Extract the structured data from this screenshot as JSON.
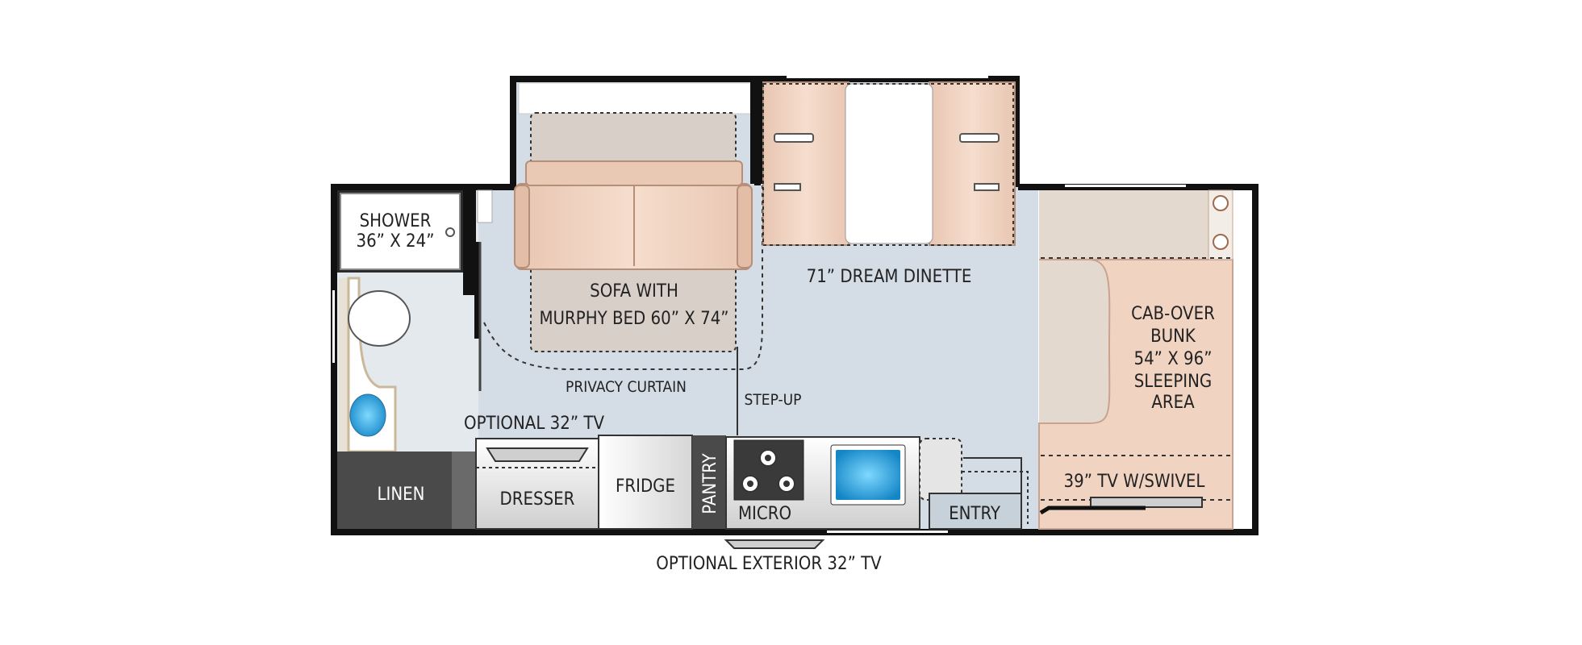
{
  "floorplan": {
    "labels": {
      "shower": [
        "SHOWER",
        "36” X 24”"
      ],
      "sofa": [
        "SOFA WITH",
        "MURPHY BED 60” X 74”"
      ],
      "dinette": "71” DREAM DINETTE",
      "cabover": [
        "CAB-OVER",
        "BUNK",
        "54” X 96”",
        "SLEEPING",
        "AREA"
      ],
      "privacy_curtain": "PRIVACY CURTAIN",
      "step_up": "STEP-UP",
      "optional_tv": "OPTIONAL 32” TV",
      "linen": "LINEN",
      "dresser": "DRESSER",
      "fridge": "FRIDGE",
      "pantry": "PANTRY",
      "micro": "MICRO",
      "entry": "ENTRY",
      "cab_tv": "39” TV W/SWIVEL",
      "exterior_tv": "OPTIONAL EXTERIOR 32” TV"
    },
    "colors": {
      "wall": "#111111",
      "floor": "#d4dde5",
      "cushion": "#f0d3c1",
      "cushion_edge": "#c9a38f",
      "bed_top": "#d8d0c8",
      "counter": "#dcdcdc",
      "linen": "#4a4a4a",
      "pantry": "#4a4a4a",
      "sink": "#2fa8e0",
      "toilet": "#ffffff"
    }
  }
}
